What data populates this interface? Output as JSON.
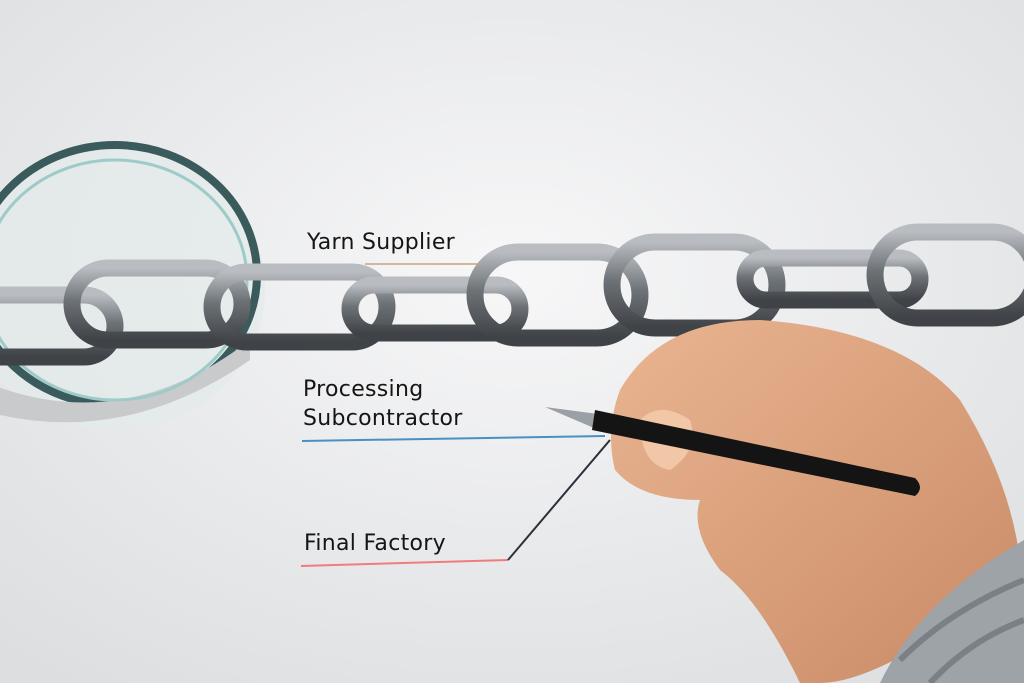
{
  "labels": {
    "yarn_supplier": "Yarn Supplier",
    "processing_line1": "Processing",
    "processing_line2": "Subcontractor",
    "final_factory": "Final Factory"
  },
  "colors": {
    "background": "#eeeff0",
    "yarn_underline": "#c9a27a",
    "processing_underline": "#4a90c0",
    "final_underline": "#f07c7c",
    "connector_line": "#2a2f3a",
    "chain": "#7d8287",
    "skin": "#e0a882",
    "pen": "#141414",
    "sweater": "#9ea3a8"
  }
}
